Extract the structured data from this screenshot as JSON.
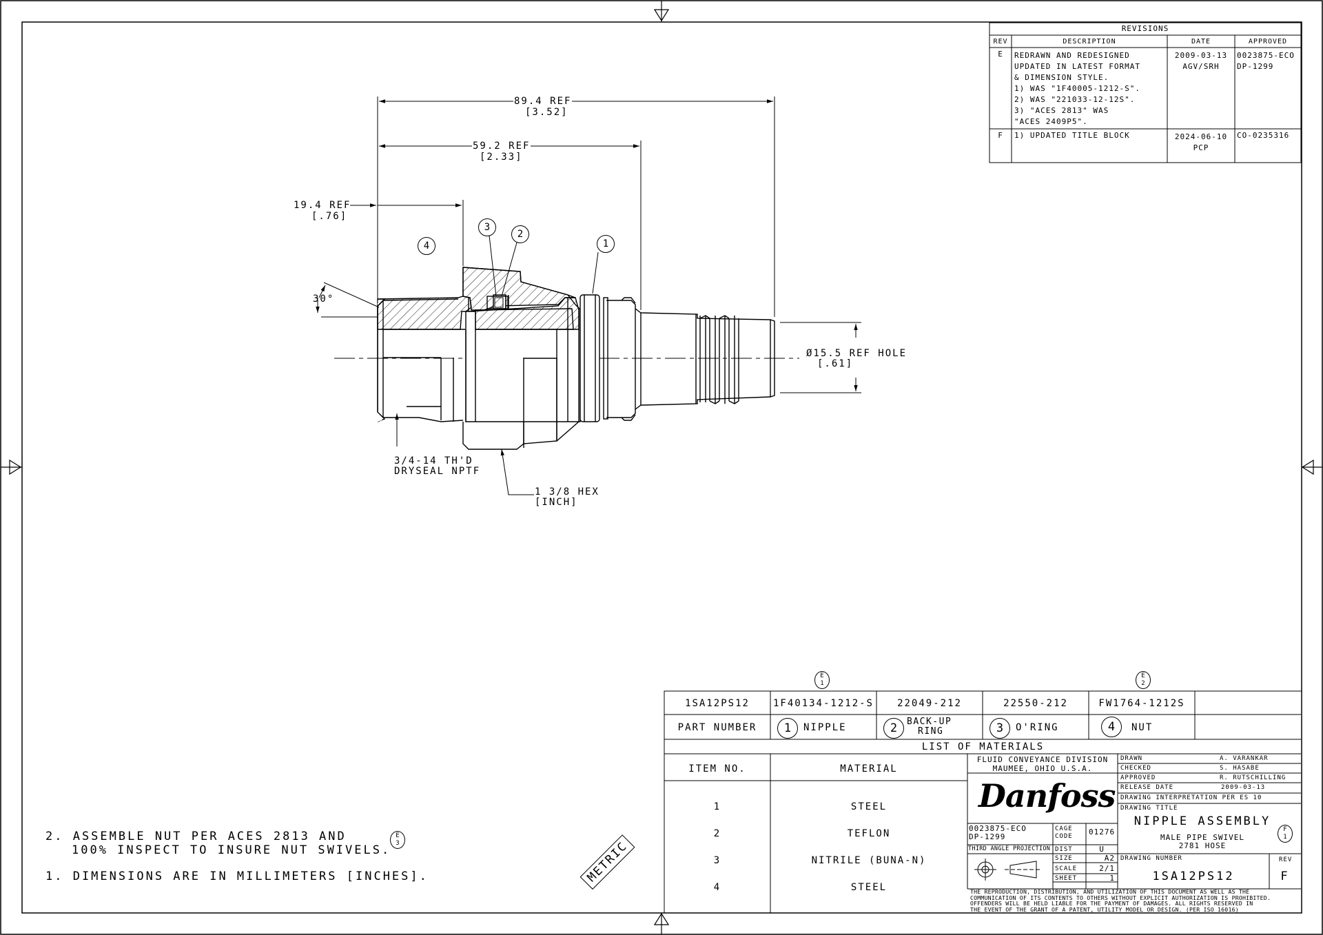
{
  "dimensions": {
    "d1_mm": "89.4 REF",
    "d1_in": "[3.52]",
    "d2_mm": "59.2 REF",
    "d2_in": "[2.33]",
    "d3_mm": "19.4 REF",
    "d3_in": "[.76]",
    "angle": "30°",
    "hole_mm": "Ø15.5 REF HOLE",
    "hole_in": "[.61]",
    "thread_1": "3/4-14 TH'D",
    "thread_2": "DRYSEAL NPTF",
    "hex_1": "1 3/8 HEX",
    "hex_2": "[INCH]"
  },
  "balloons": {
    "b1": "1",
    "b2": "2",
    "b3": "3",
    "b4": "4"
  },
  "revisions": {
    "title": "REVISIONS",
    "headers": {
      "rev": "REV",
      "desc": "DESCRIPTION",
      "date": "DATE",
      "approved": "APPROVED"
    },
    "rows": [
      {
        "rev": "E",
        "desc": [
          "REDRAWN AND REDESIGNED",
          "UPDATED IN LATEST FORMAT",
          "& DIMENSION STYLE.",
          "1) WAS \"1F40005-1212-S\".",
          "2) WAS \"221033-12-12S\".",
          "3) \"ACES 2813\" WAS",
          "\"ACES 2409P5\"."
        ],
        "date": "2009-03-13",
        "date2": "AGV/SRH",
        "approved": "0023875-ECO",
        "approved2": "DP-1299"
      },
      {
        "rev": "F",
        "desc": [
          "1) UPDATED TITLE BLOCK"
        ],
        "date": "2024-06-10",
        "date2": "PCP",
        "approved": "CO-0235316",
        "approved2": ""
      }
    ]
  },
  "parts": {
    "assembly": "1SA12PS12",
    "numbers": [
      "1F40134-1212-S",
      "22049-212",
      "22550-212",
      "FW1764-1212S"
    ],
    "part_number_label": "PART NUMBER",
    "names": [
      "NIPPLE",
      "BACK-UP",
      "RING",
      "O'RING",
      "NUT"
    ],
    "badge_e1": [
      "E",
      "1"
    ],
    "badge_e2": [
      "E",
      "2"
    ],
    "badge_e3": [
      "E",
      "3"
    ],
    "badge_f1": [
      "F",
      "1"
    ]
  },
  "materials": {
    "title": "LIST OF MATERIALS",
    "item_header": "ITEM NO.",
    "material_header": "MATERIAL",
    "rows": [
      {
        "item": "1",
        "material": "STEEL"
      },
      {
        "item": "2",
        "material": "TEFLON"
      },
      {
        "item": "3",
        "material": "NITRILE (BUNA-N)"
      },
      {
        "item": "4",
        "material": "STEEL"
      }
    ]
  },
  "title_block": {
    "division_1": "FLUID CONVEYANCE DIVISION",
    "division_2": "MAUMEE, OHIO U.S.A.",
    "brand": "Danfoss",
    "eco_1": "0023875-ECO",
    "eco_2": "DP-1299",
    "cage_label_1": "CAGE",
    "cage_label_2": "CODE",
    "cage_value": "01276",
    "projection": "THIRD ANGLE PROJECTION",
    "dist_label": "DIST",
    "dist_value": "U",
    "size_label": "SIZE",
    "size_value": "A2",
    "scale_label": "SCALE",
    "scale_value": "2/1",
    "sheet_label": "SHEET",
    "sheet_value": "1",
    "drawn_label": "DRAWN",
    "drawn_value": "A. VARANKAR",
    "checked_label": "CHECKED",
    "checked_value": "S. HASABE",
    "approved_label": "APPROVED",
    "approved_value": "R. RUTSCHILLING",
    "release_label": "RELEASE DATE",
    "release_value": "2009-03-13",
    "interpretation": "DRAWING INTERPRETATION PER ES 10",
    "drawing_title_label": "DRAWING TITLE",
    "title_1": "NIPPLE ASSEMBLY",
    "title_2": "MALE PIPE SWIVEL",
    "title_3": "2781 HOSE",
    "number_label": "DRAWING NUMBER",
    "number_value": "1SA12PS12",
    "rev_label": "REV",
    "rev_value": "F",
    "legal": [
      "THE REPRODUCTION, DISTRIBUTION, AND UTILIZATION OF THIS DOCUMENT AS WELL AS THE",
      "COMMUNICATION OF ITS CONTENTS TO OTHERS WITHOUT EXPLICIT AUTHORIZATION IS PROHIBITED.",
      "OFFENDERS WILL BE HELD LIABLE FOR THE PAYMENT OF DAMAGES. ALL RIGHTS RESERVED IN",
      "THE EVENT OF THE GRANT OF A PATENT, UTILITY MODEL OR DESIGN. (PER ISO 16016)"
    ]
  },
  "notes": {
    "note2_1": "2. ASSEMBLE NUT PER ACES 2813 AND",
    "note2_2": "100% INSPECT TO INSURE NUT SWIVELS.",
    "note1": "1. DIMENSIONS ARE IN MILLIMETERS [INCHES].",
    "metric": "METRIC"
  }
}
